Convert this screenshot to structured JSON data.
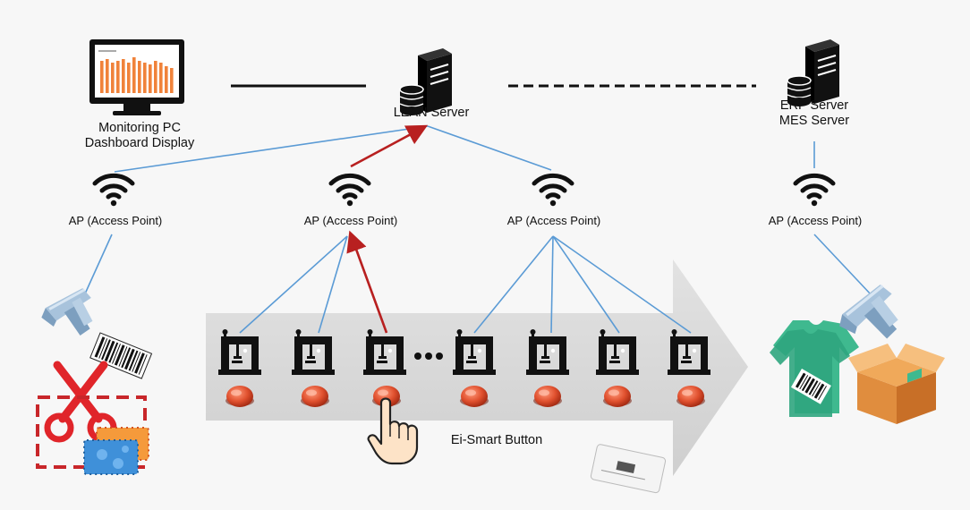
{
  "nodes": {
    "monitoring_pc": {
      "line1": "Monitoring PC",
      "line2": "Dashboard Display"
    },
    "lean_server": {
      "label": "LEAN Server"
    },
    "erp_server": {
      "line1": "ERP Server",
      "line2": "MES Server"
    }
  },
  "access_points": [
    {
      "label": "AP (Access Point)"
    },
    {
      "label": "AP (Access Point)"
    },
    {
      "label": "AP (Access Point)"
    },
    {
      "label": "AP (Access Point)"
    }
  ],
  "button_caption": "Ei-Smart Button",
  "colors": {
    "link_blue": "#5b9bd5",
    "signal_red": "#b82020",
    "button_red": "#e0502e",
    "chart_orange": "#f0823a",
    "arrow_gray": "#d9d9d9",
    "icon_black": "#111111"
  },
  "icons": {
    "pc": "monitor-icon",
    "server": "server-icon",
    "wifi": "wifi-icon",
    "machine": "sewing-machine-icon",
    "button": "smart-button-icon",
    "hand": "hand-pointer-icon",
    "scanner": "barcode-scanner-icon",
    "barcode": "barcode-label-icon",
    "scissors": "scissors-icon",
    "fabric": "fabric-icon",
    "shirt": "tshirt-icon",
    "box": "box-icon",
    "card": "rfid-card-icon"
  },
  "machine_count": 7,
  "button_count": 7
}
